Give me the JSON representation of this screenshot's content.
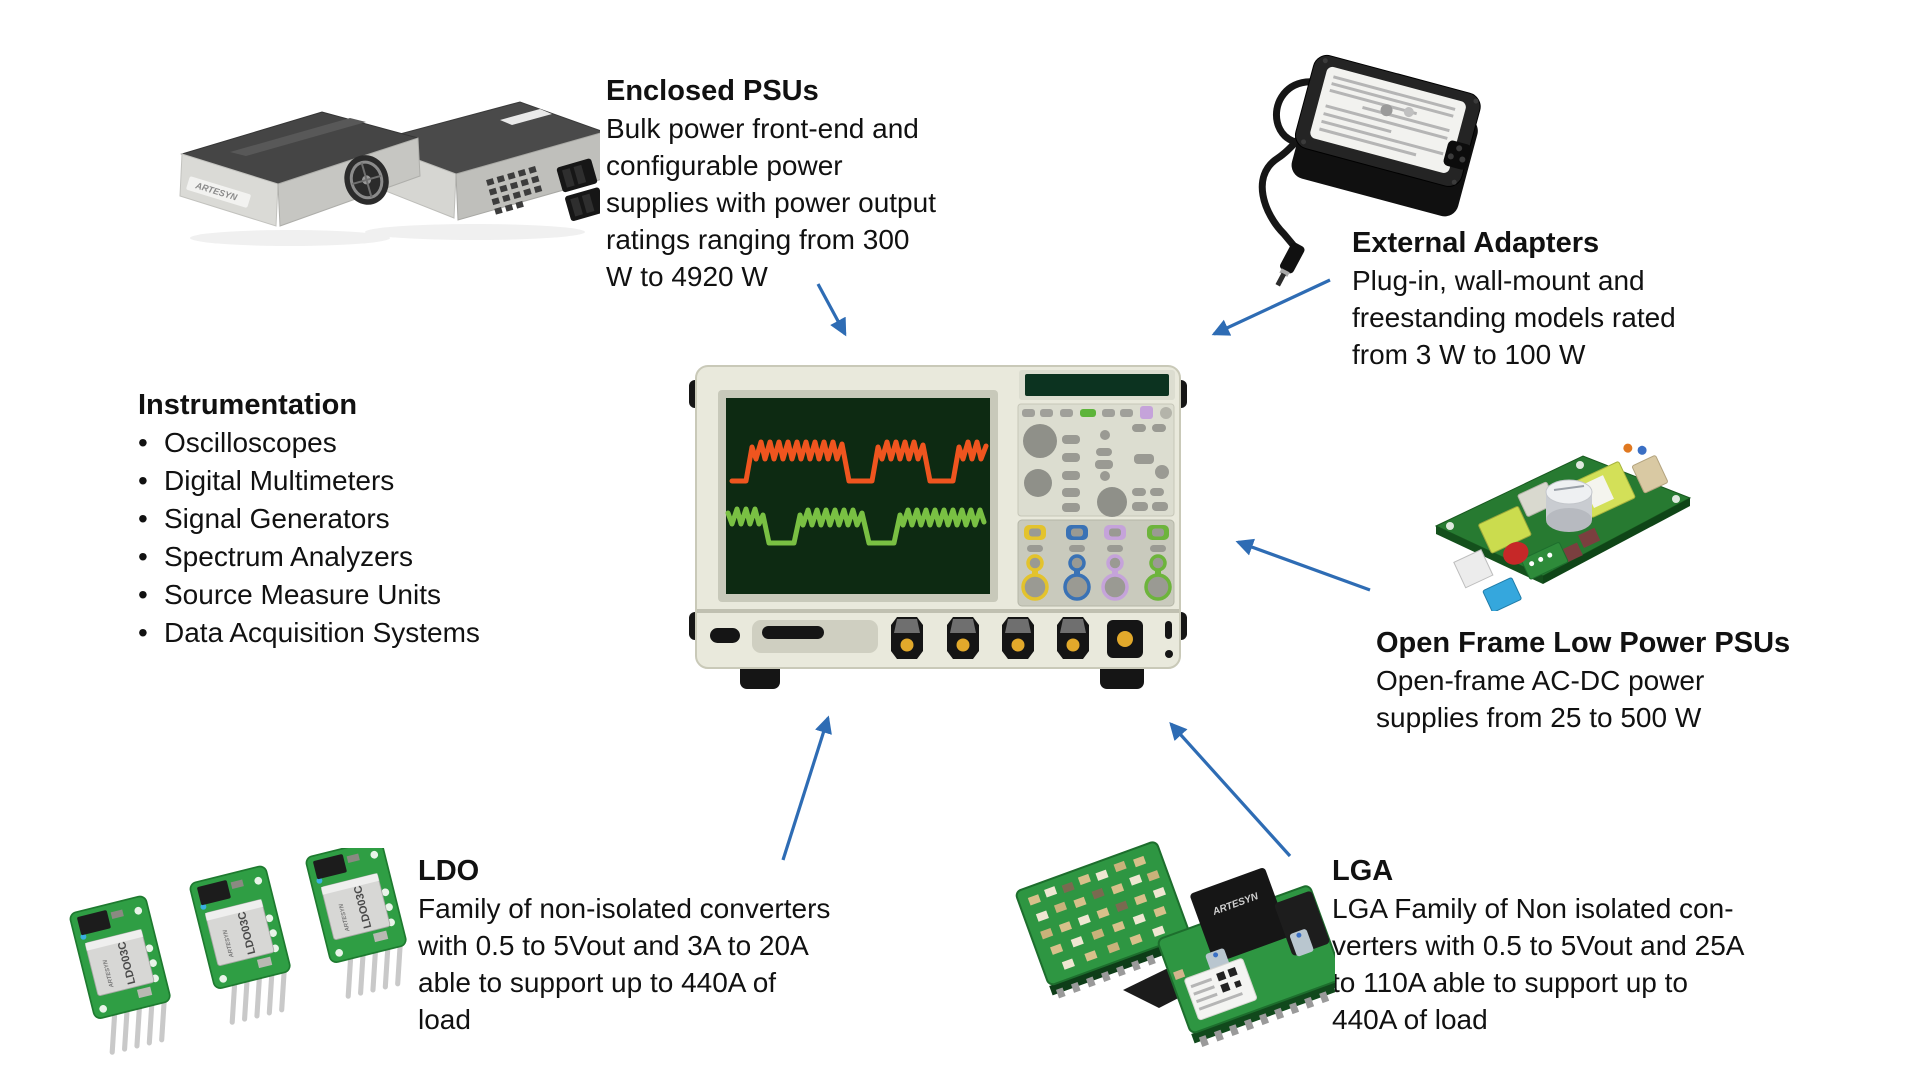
{
  "bullet": "•",
  "colors": {
    "arrow": "#2e6cb4",
    "waveform_orange": "#ef551f",
    "waveform_green": "#79c043",
    "scope_body": "#e9e9dc",
    "screen_green": "#0d2a12",
    "channel_yellow": "#e3c32d",
    "channel_blue": "#3a72b5",
    "channel_purple": "#c5a3da",
    "channel_green": "#6db43c"
  },
  "blocks": {
    "enclosed_psus": {
      "title": "Enclosed PSUs",
      "lines": [
        "Bulk power front-end and",
        "configurable power",
        "supplies with power output",
        "ratings ranging from 300",
        "W to 4920 W"
      ]
    },
    "external_adapters": {
      "title": "External Adapters",
      "lines": [
        "Plug-in, wall-mount and",
        "freestanding models rated",
        "from 3 W to 100 W"
      ]
    },
    "instrumentation": {
      "title": "Instrumentation",
      "items": [
        "Oscilloscopes",
        "Digital Multimeters",
        "Signal Generators",
        "Spectrum Analyzers",
        "Source Measure Units",
        "Data Acquisition Systems"
      ]
    },
    "open_frame": {
      "title": "Open Frame Low Power PSUs",
      "lines": [
        "Open-frame AC-DC power",
        "supplies from 25 to 500 W"
      ]
    },
    "ldo": {
      "title": "LDO",
      "lines": [
        "Family of non-isolated converters",
        "with 0.5 to 5Vout and 3A to 20A",
        "able to support up to 440A of",
        "load"
      ]
    },
    "lga": {
      "title": "LGA",
      "lines": [
        "LGA Family of Non isolated con-",
        "verters with 0.5 to 5Vout and 25A",
        "to 110A able to support up to",
        "440A of load"
      ]
    }
  },
  "product_labels": {
    "enclosed_psu_brand": "ARTESYN",
    "ldo_module_brand": "ARTESYN",
    "ldo_module_model": "LDO03C",
    "lga_module_brand": "ARTESYN"
  }
}
